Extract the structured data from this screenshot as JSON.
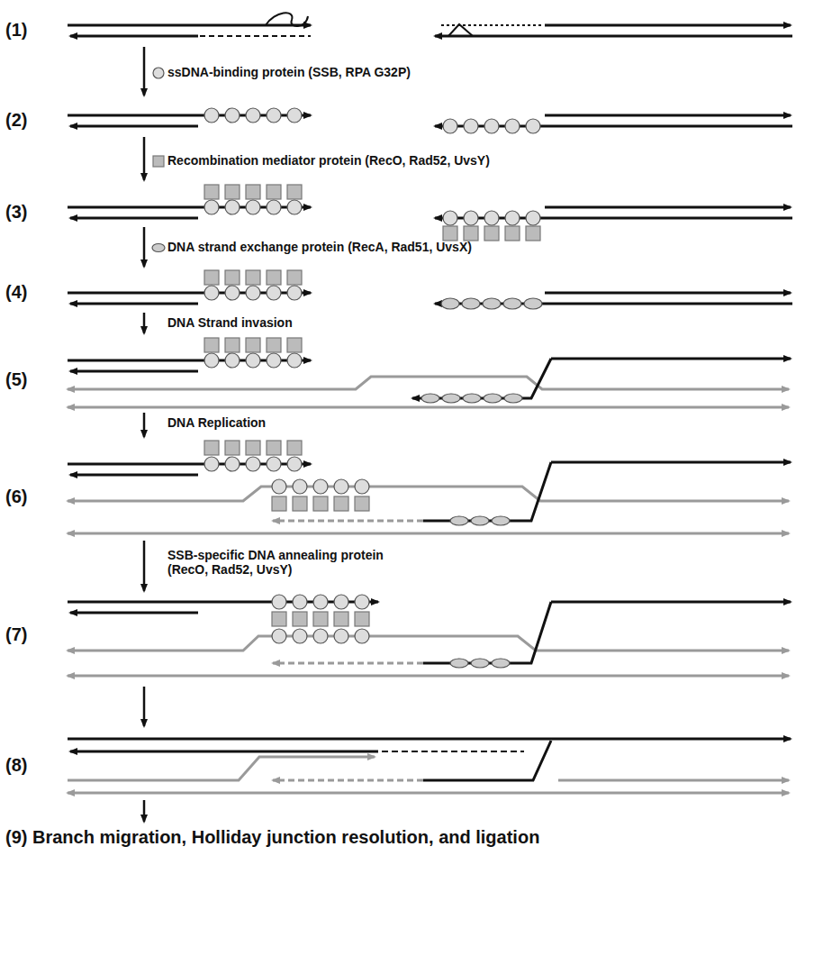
{
  "diagram": {
    "labels": [
      "(1)",
      "ssDNA-binding protein (SSB, RPA G32P)",
      "(2)",
      "Recombination mediator protein (RecO, Rad52, UvsY)",
      "(3)",
      "DNA strand exchange protein (RecA, Rad51, UvsX)",
      "(4)",
      "DNA Strand invasion",
      "(5)",
      "DNA Replication",
      "(6)",
      "SSB-specific DNA annealing protein (RecO, Rad52, UvsY)",
      "(7)",
      "(8)",
      "(9) Branch migration, Holliday junction resolution, and ligation"
    ]
  }
}
